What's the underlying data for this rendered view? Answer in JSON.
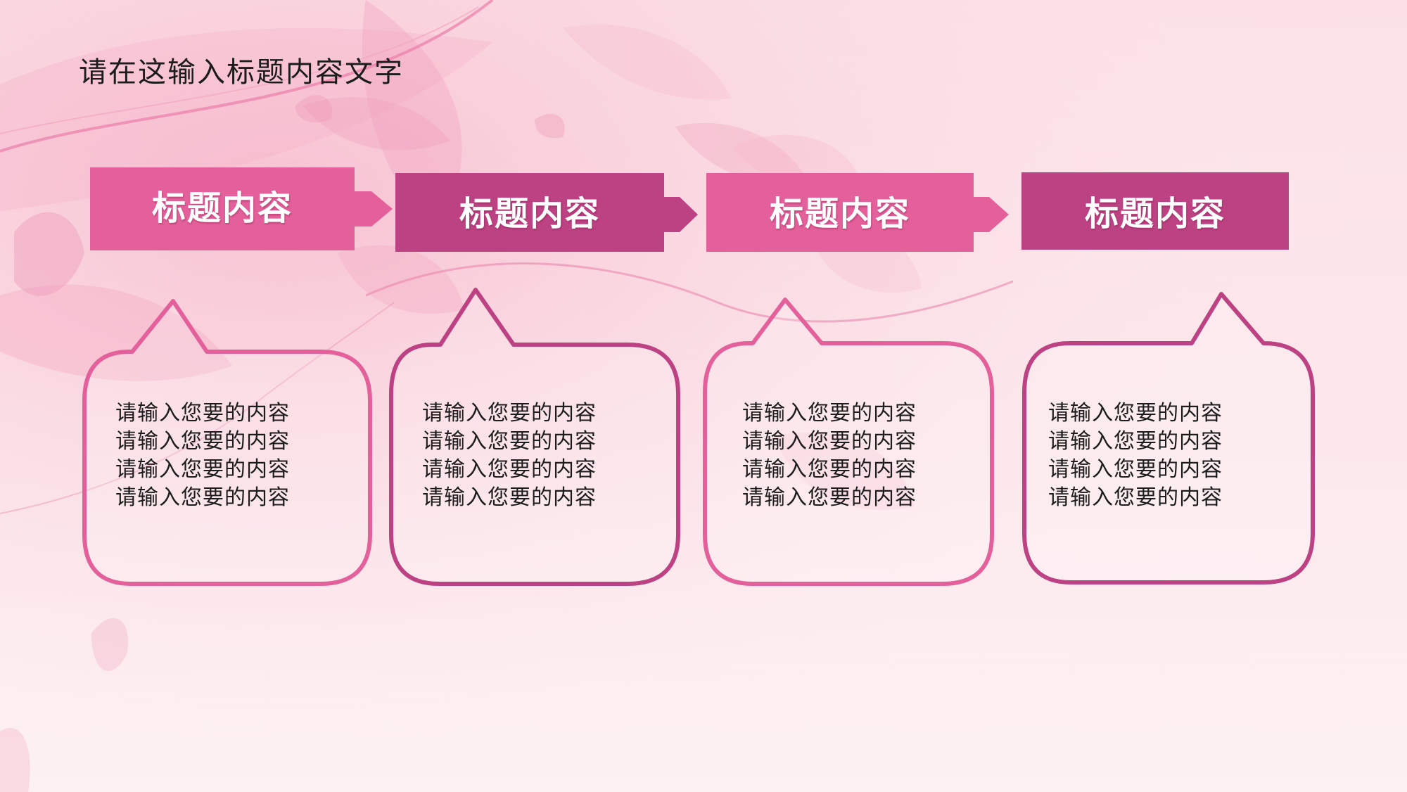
{
  "slide": {
    "title": "请在这输入标题内容文字",
    "colors": {
      "accent_light": "#e4609a",
      "accent_dark": "#bd4283",
      "text": "#1c1c1c",
      "header_text": "#ffffff"
    },
    "steps": [
      {
        "header": "标题内容",
        "lines": [
          "请输入您要的内容",
          "请输入您要的内容",
          "请输入您要的内容",
          "请输入您要的内容"
        ]
      },
      {
        "header": "标题内容",
        "lines": [
          "请输入您要的内容",
          "请输入您要的内容",
          "请输入您要的内容",
          "请输入您要的内容"
        ]
      },
      {
        "header": "标题内容",
        "lines": [
          "请输入您要的内容",
          "请输入您要的内容",
          "请输入您要的内容",
          "请输入您要的内容"
        ]
      },
      {
        "header": "标题内容",
        "lines": [
          "请输入您要的内容",
          "请输入您要的内容",
          "请输入您要的内容",
          "请输入您要的内容"
        ]
      }
    ]
  }
}
